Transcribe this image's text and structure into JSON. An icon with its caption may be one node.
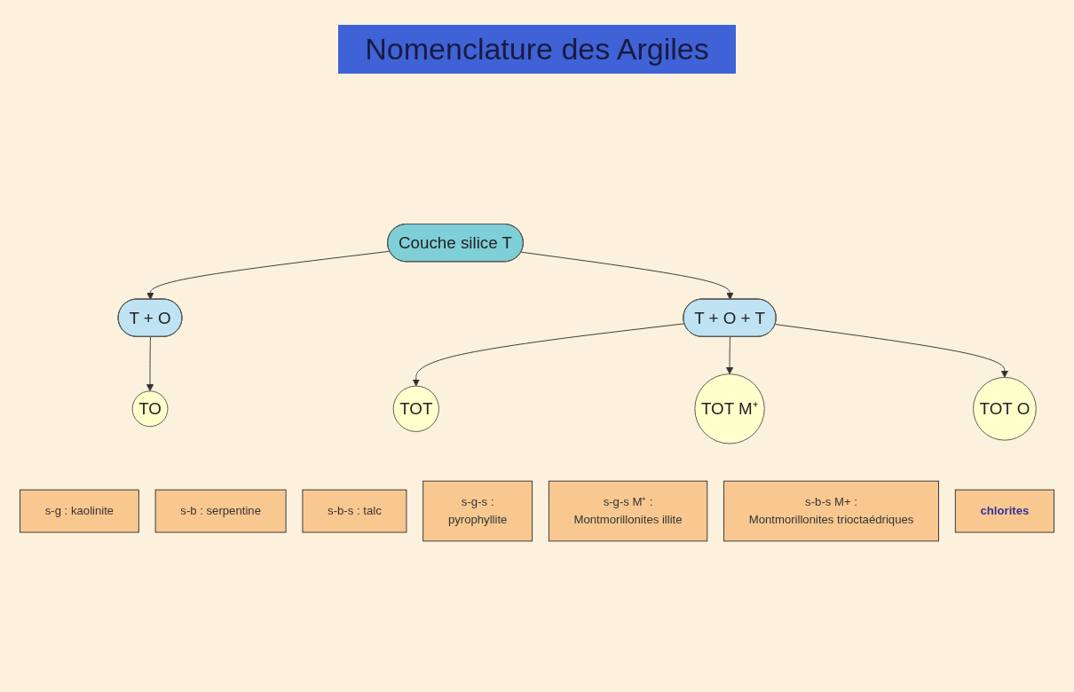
{
  "diagram": {
    "title": "Nomenclature des Argiles",
    "nodes": [
      {
        "text": [
          "Couche silice T"
        ]
      },
      {
        "text": [
          "T + O"
        ]
      },
      {
        "text": [
          "T + O + T"
        ]
      },
      {
        "text": [
          "TO"
        ]
      },
      {
        "text": [
          "TOT"
        ]
      },
      {
        "text": [
          "TOT M⁺"
        ]
      },
      {
        "text": [
          "TOT O"
        ]
      },
      {
        "text": [
          "s-g : kaolinite"
        ]
      },
      {
        "text": [
          "s-b : serpentine"
        ]
      },
      {
        "text": [
          "s-b-s : talc"
        ]
      },
      {
        "text": [
          "s-g-s :",
          "pyrophyllite"
        ]
      },
      {
        "text": [
          "s-g-s M⁺ :",
          "Montmorillonites illite"
        ]
      },
      {
        "text": [
          "s-b-s M+ :",
          "Montmorillonites trioctaédriques"
        ]
      },
      {
        "text": [
          "chlorites"
        ]
      }
    ],
    "edges": [
      {
        "from": 0,
        "to": 1,
        "arrow": "to"
      },
      {
        "from": 0,
        "to": 2,
        "arrow": "to"
      },
      {
        "from": 1,
        "to": 3,
        "arrow": "to"
      },
      {
        "from": 2,
        "to": 4,
        "arrow": "to"
      },
      {
        "from": 2,
        "to": 5,
        "arrow": "to"
      },
      {
        "from": 2,
        "to": 6,
        "arrow": "to"
      }
    ]
  }
}
